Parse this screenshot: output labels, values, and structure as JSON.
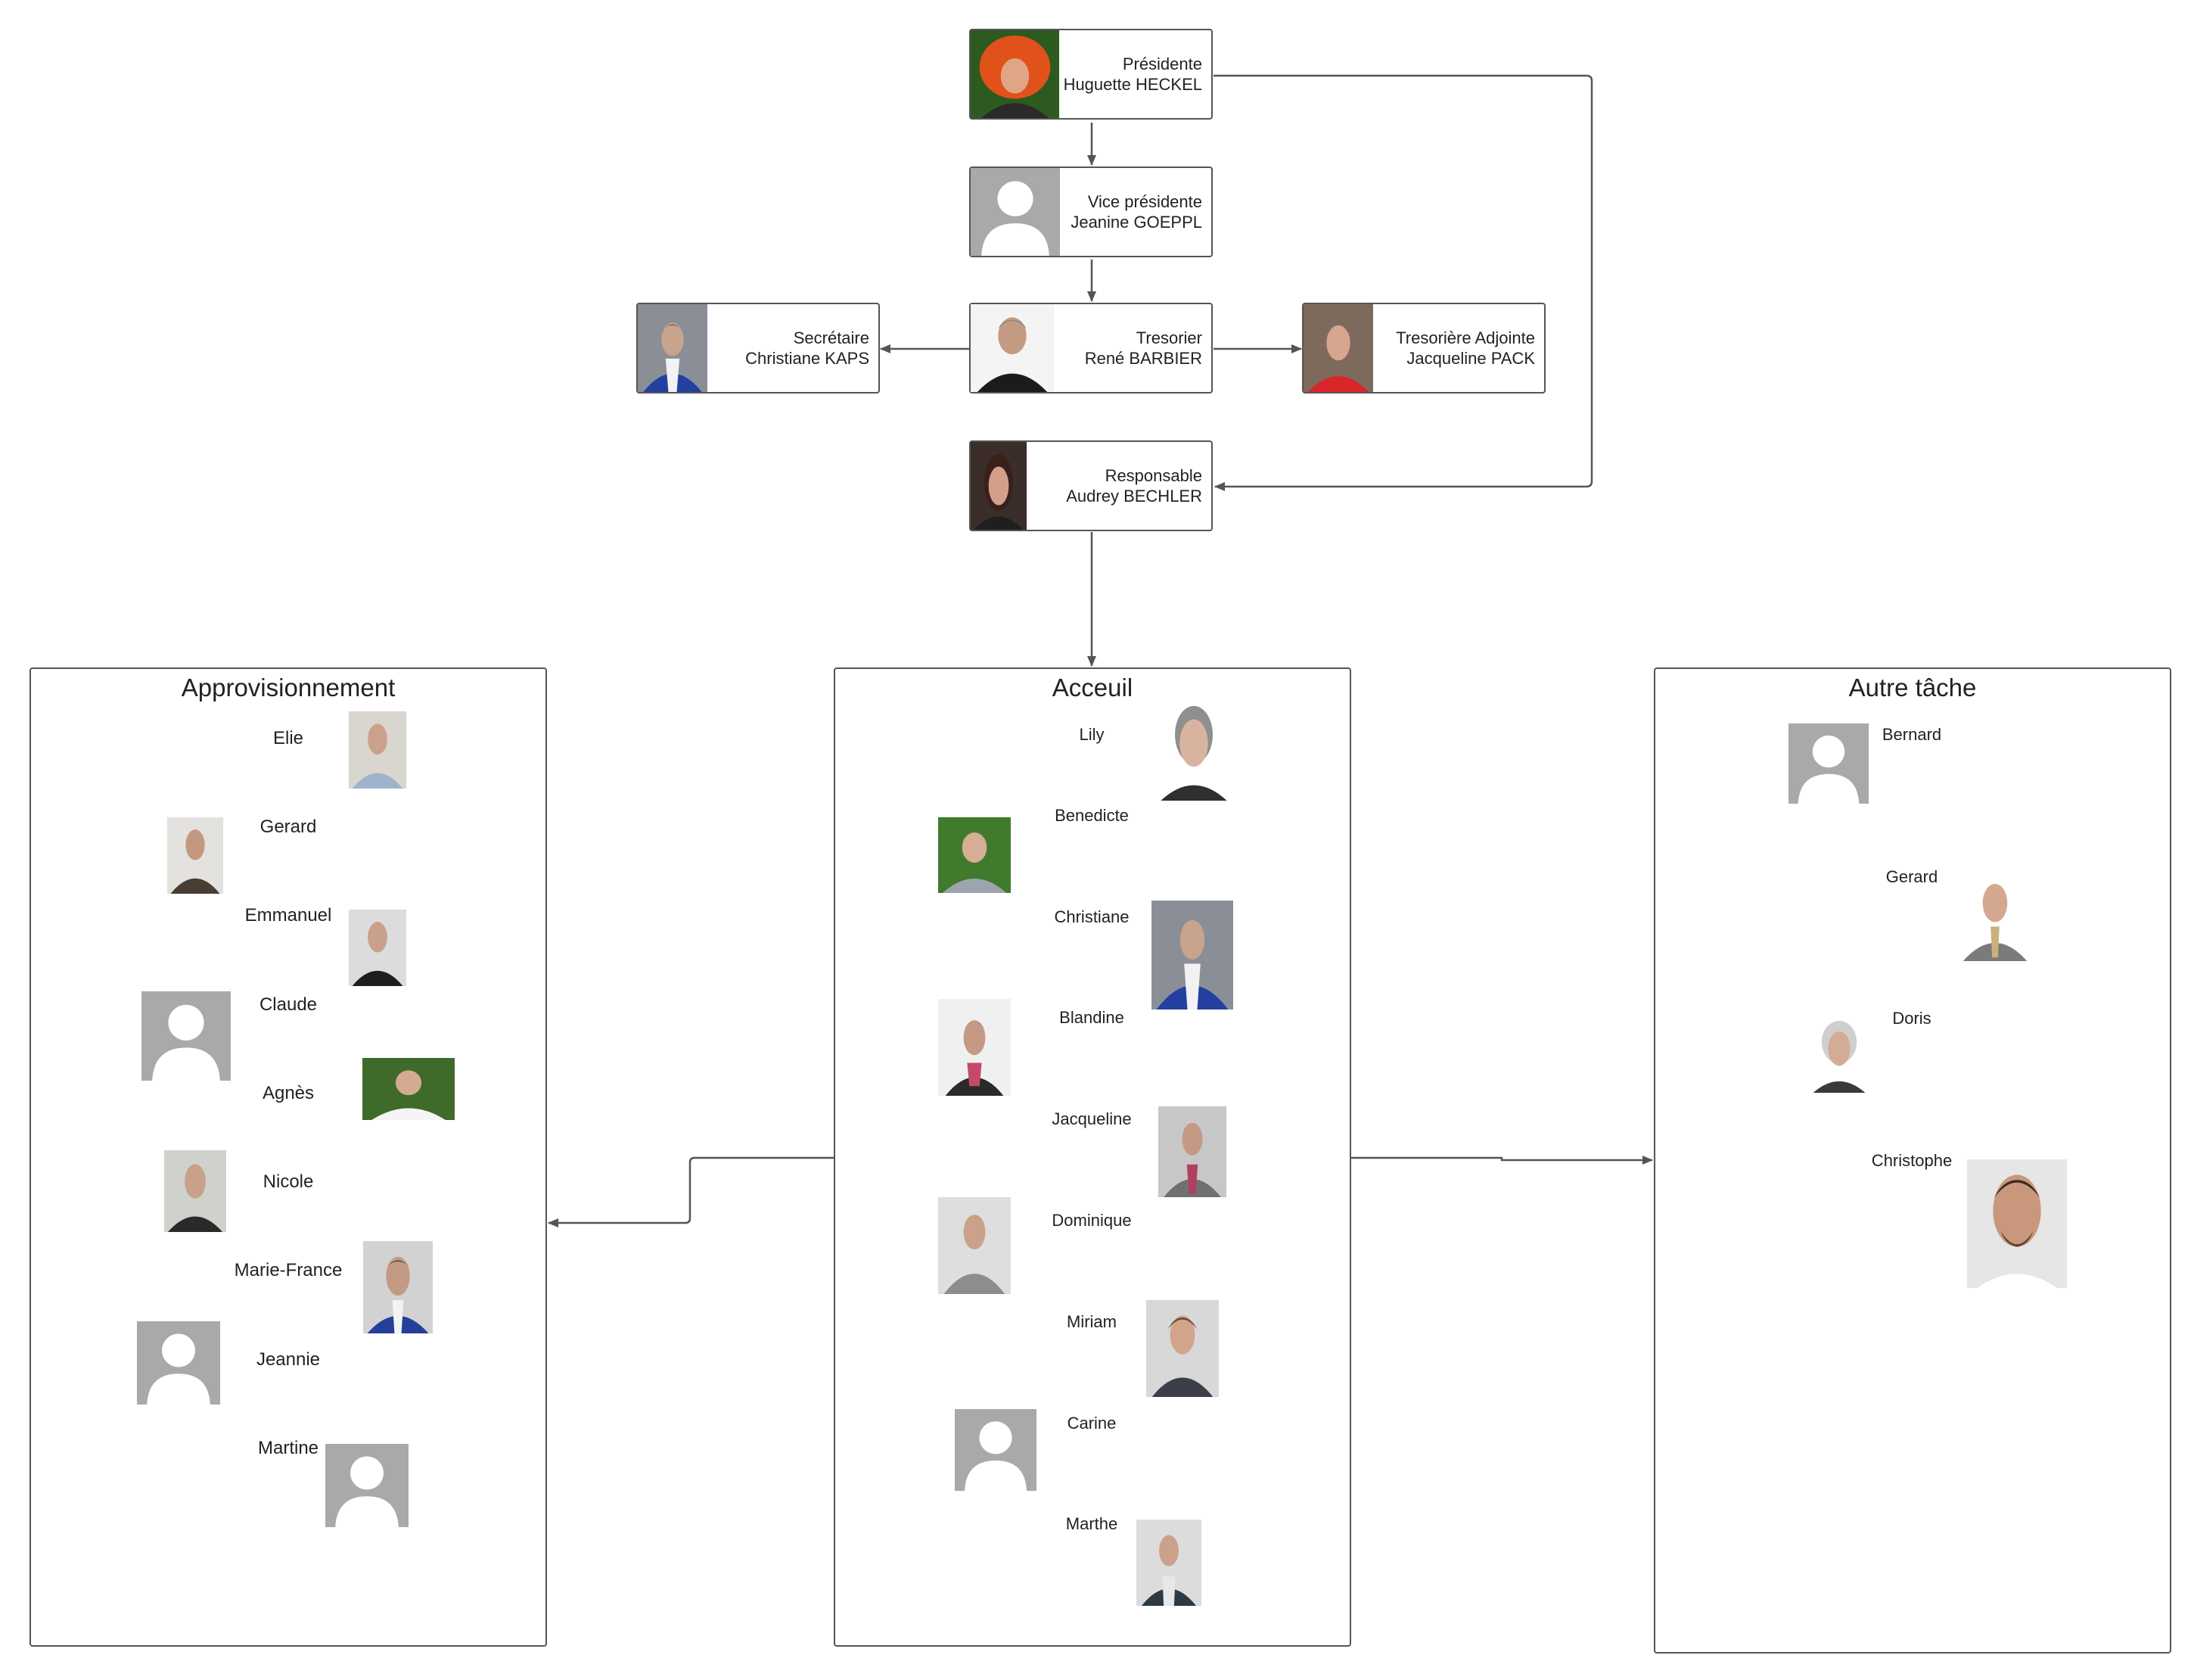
{
  "org": {
    "presidente": {
      "role": "Présidente",
      "name": "Huguette HECKEL"
    },
    "vice_presidente": {
      "role": "Vice présidente",
      "name": "Jeanine GOEPPL"
    },
    "secretaire": {
      "role": "Secrétaire",
      "name": "Christiane KAPS"
    },
    "tresorier": {
      "role": "Tresorier",
      "name": "René BARBIER"
    },
    "tresoriere_adjointe": {
      "role": "Tresorière Adjointe",
      "name": "Jacqueline PACK"
    },
    "responsable": {
      "role": "Responsable",
      "name": "Audrey BECHLER"
    }
  },
  "groups": {
    "approvisionnement": {
      "title": "Approvisionnement",
      "members": [
        "Elie",
        "Gerard",
        "Emmanuel",
        "Claude",
        "Agnès",
        "Nicole",
        "Marie-France",
        "Jeannie",
        "Martine"
      ]
    },
    "acceuil": {
      "title": "Acceuil",
      "members": [
        "Lily",
        "Benedicte",
        "Christiane",
        "Blandine",
        "Jacqueline",
        "Dominique",
        "Miriam",
        "Carine",
        "Marthe"
      ]
    },
    "autre": {
      "title": "Autre tâche",
      "members": [
        "Bernard",
        "Gerard",
        "Doris",
        "Christophe"
      ]
    }
  },
  "colors": {
    "border": "#555555",
    "connector": "#555555",
    "placeholder_bg": "#a9a9a9",
    "placeholder_fg": "#ffffff"
  }
}
